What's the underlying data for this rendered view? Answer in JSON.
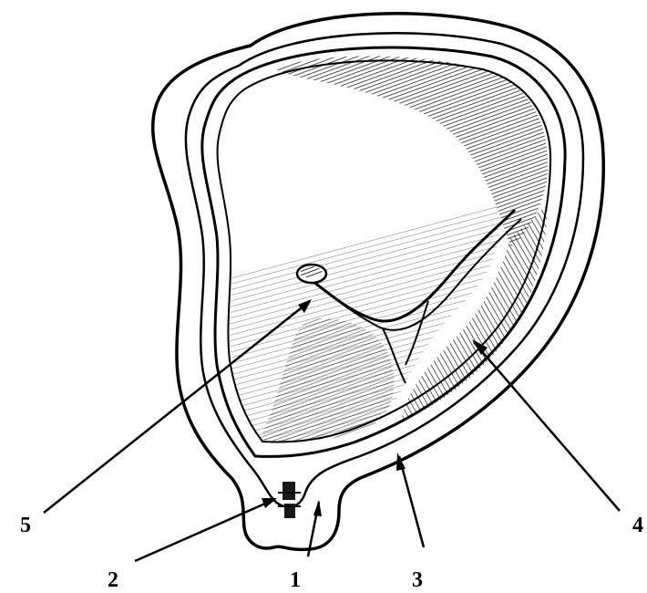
{
  "figure": {
    "callouts": [
      {
        "label": "1"
      },
      {
        "label": "2"
      },
      {
        "label": "3"
      },
      {
        "label": "4"
      },
      {
        "label": "5"
      }
    ]
  },
  "colors": {
    "ink": "#000000",
    "paper": "#ffffff",
    "shade": "#1a1a1a"
  }
}
